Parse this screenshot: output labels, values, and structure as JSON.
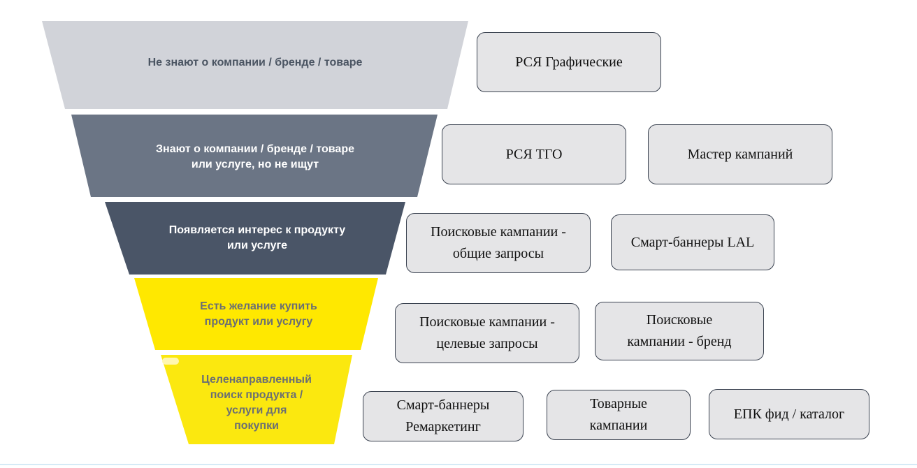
{
  "funnel": {
    "tiers": [
      {
        "label": "Не знают о компании / бренде / товаре",
        "color": "#d1d3d9"
      },
      {
        "label": "Знают о компании / бренде / товаре\nили услуге, но не ищут",
        "color": "#6b7585"
      },
      {
        "label": "Появляется интерес к продукту\nили услуге",
        "color": "#4a5567"
      },
      {
        "label": "Есть желание купить\nпродукт или услугу",
        "color": "#ffe800"
      },
      {
        "label": "Целенаправленный\nпоиск продукта /\nуслуги для\nпокупки",
        "color": "#fbe80f"
      }
    ]
  },
  "campaigns": {
    "tier1": [
      "РСЯ Графические"
    ],
    "tier2": [
      "РСЯ ТГО",
      "Мастер кампаний"
    ],
    "tier3": [
      "Поисковые кампании -\nобщие запросы",
      "Смарт-баннеры LAL"
    ],
    "tier4": [
      "Поисковые кампании -\nцелевые запросы",
      "Поисковые\nкампании - бренд"
    ],
    "tier5": [
      "Смарт-баннеры\nРемаркетинг",
      "Товарные\nкампании",
      "ЕПК фид / каталог"
    ]
  },
  "colors": {
    "box_fill": "#e5e5e7",
    "box_border": "#3a4250",
    "divider_line": "#d5eaf6"
  }
}
